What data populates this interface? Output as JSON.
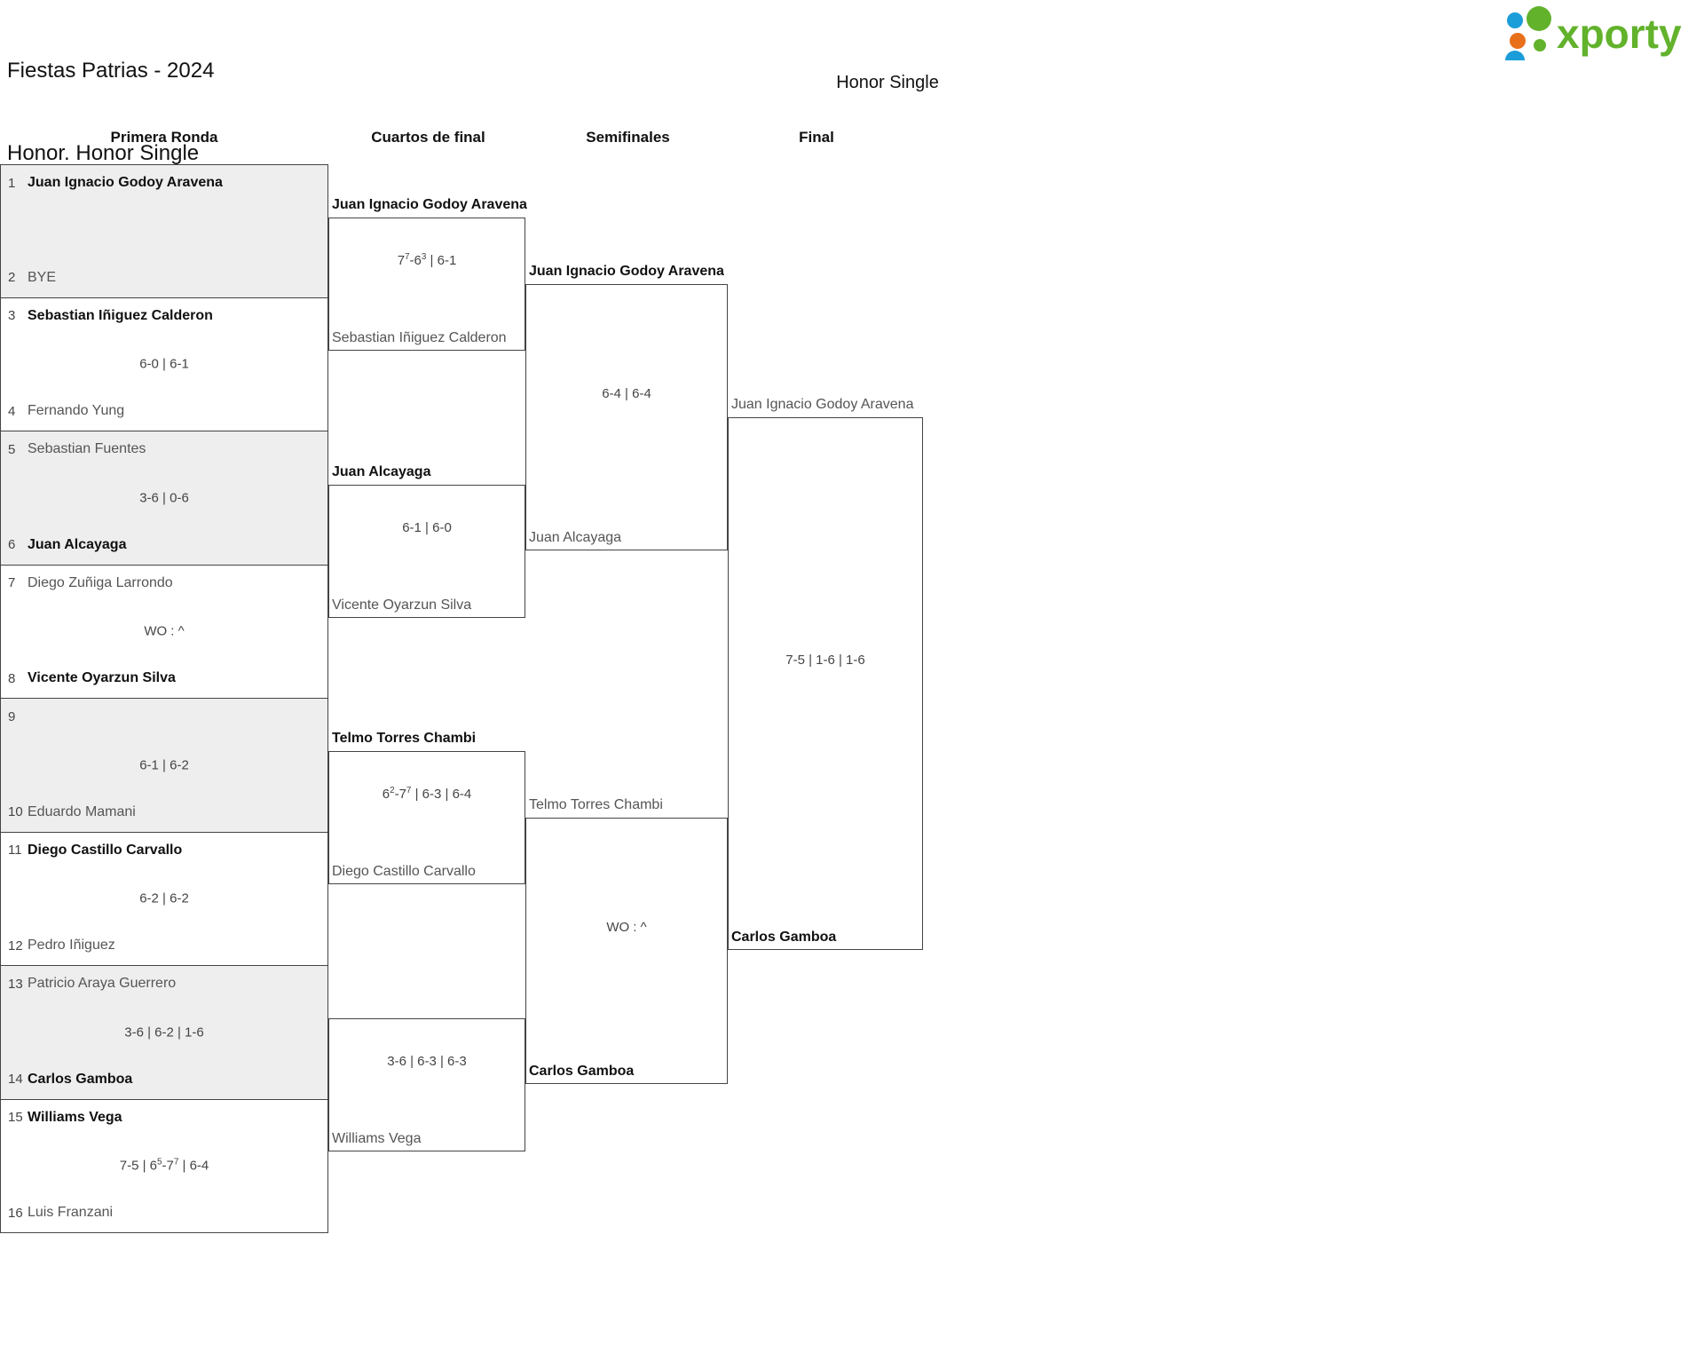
{
  "header": {
    "title_line1": "Fiestas Patrias - 2024",
    "title_line2": "Honor. Honor Single",
    "logo_text": "xporty",
    "logo_colors": {
      "green": "#62b22c",
      "blue": "#1b9dd9",
      "orange": "#e8701a"
    }
  },
  "bracket_title": "Honor Single",
  "rounds": [
    {
      "label": "Primera Ronda"
    },
    {
      "label": "Cuartos de final"
    },
    {
      "label": "Semifinales"
    },
    {
      "label": "Final"
    }
  ],
  "round1": [
    {
      "top": {
        "seed": "1",
        "name": "Juan Ignacio Godoy Aravena",
        "winner": true
      },
      "bottom": {
        "seed": "2",
        "name": "BYE",
        "winner": false
      },
      "score": ""
    },
    {
      "top": {
        "seed": "3",
        "name": "Sebastian Iñiguez Calderon",
        "winner": true
      },
      "bottom": {
        "seed": "4",
        "name": "Fernando Yung",
        "winner": false
      },
      "score": "6-0 | 6-1"
    },
    {
      "top": {
        "seed": "5",
        "name": "Sebastian Fuentes",
        "winner": false
      },
      "bottom": {
        "seed": "6",
        "name": "Juan Alcayaga",
        "winner": true
      },
      "score": "3-6 | 0-6"
    },
    {
      "top": {
        "seed": "7",
        "name": "Diego Zuñiga Larrondo",
        "winner": false
      },
      "bottom": {
        "seed": "8",
        "name": "Vicente Oyarzun Silva",
        "winner": true
      },
      "score": "WO : ^"
    },
    {
      "top": {
        "seed": "9",
        "name": "",
        "winner": false
      },
      "bottom": {
        "seed": "10",
        "name": "Eduardo Mamani",
        "winner": false
      },
      "score": "6-1 | 6-2"
    },
    {
      "top": {
        "seed": "11",
        "name": "Diego Castillo Carvallo",
        "winner": true
      },
      "bottom": {
        "seed": "12",
        "name": "Pedro Iñiguez",
        "winner": false
      },
      "score": "6-2 | 6-2"
    },
    {
      "top": {
        "seed": "13",
        "name": "Patricio Araya Guerrero",
        "winner": false
      },
      "bottom": {
        "seed": "14",
        "name": "Carlos Gamboa",
        "winner": true
      },
      "score": "3-6 | 6-2 | 1-6"
    },
    {
      "top": {
        "seed": "15",
        "name": "Williams Vega",
        "winner": true
      },
      "bottom": {
        "seed": "16",
        "name": "Luis Franzani",
        "winner": false
      },
      "score": "7-5 | 6<sup>5</sup>-7<sup>7</sup> | 6-4"
    }
  ],
  "quarterfinals": [
    {
      "top": {
        "name": "Juan Ignacio Godoy Aravena",
        "winner": true
      },
      "bottom": {
        "name": "Sebastian Iñiguez Calderon",
        "winner": false
      },
      "score": "7<sup>7</sup>-6<sup>3</sup> | 6-1"
    },
    {
      "top": {
        "name": "Juan Alcayaga",
        "winner": true
      },
      "bottom": {
        "name": "Vicente Oyarzun Silva",
        "winner": false
      },
      "score": "6-1 | 6-0"
    },
    {
      "top": {
        "name": "Telmo Torres Chambi",
        "winner": true
      },
      "bottom": {
        "name": "Diego Castillo Carvallo",
        "winner": false
      },
      "score": "6<sup>2</sup>-7<sup>7</sup> | 6-3 | 6-4"
    },
    {
      "top": {
        "name": "",
        "winner": false
      },
      "bottom": {
        "name": "Williams Vega",
        "winner": false
      },
      "score": "3-6 | 6-3 | 6-3"
    }
  ],
  "semifinals": [
    {
      "top": {
        "name": "Juan Ignacio Godoy Aravena",
        "winner": true
      },
      "bottom": {
        "name": "Juan Alcayaga",
        "winner": false
      },
      "score": "6-4 | 6-4"
    },
    {
      "top": {
        "name": "Telmo Torres Chambi",
        "winner": false
      },
      "bottom": {
        "name": "Carlos Gamboa",
        "winner": true
      },
      "score": "WO : ^"
    }
  ],
  "final": {
    "top": {
      "name": "Juan Ignacio Godoy Aravena",
      "winner": false
    },
    "bottom": {
      "name": "Carlos Gamboa",
      "winner": true
    },
    "score": "7-5 | 1-6 | 1-6"
  }
}
